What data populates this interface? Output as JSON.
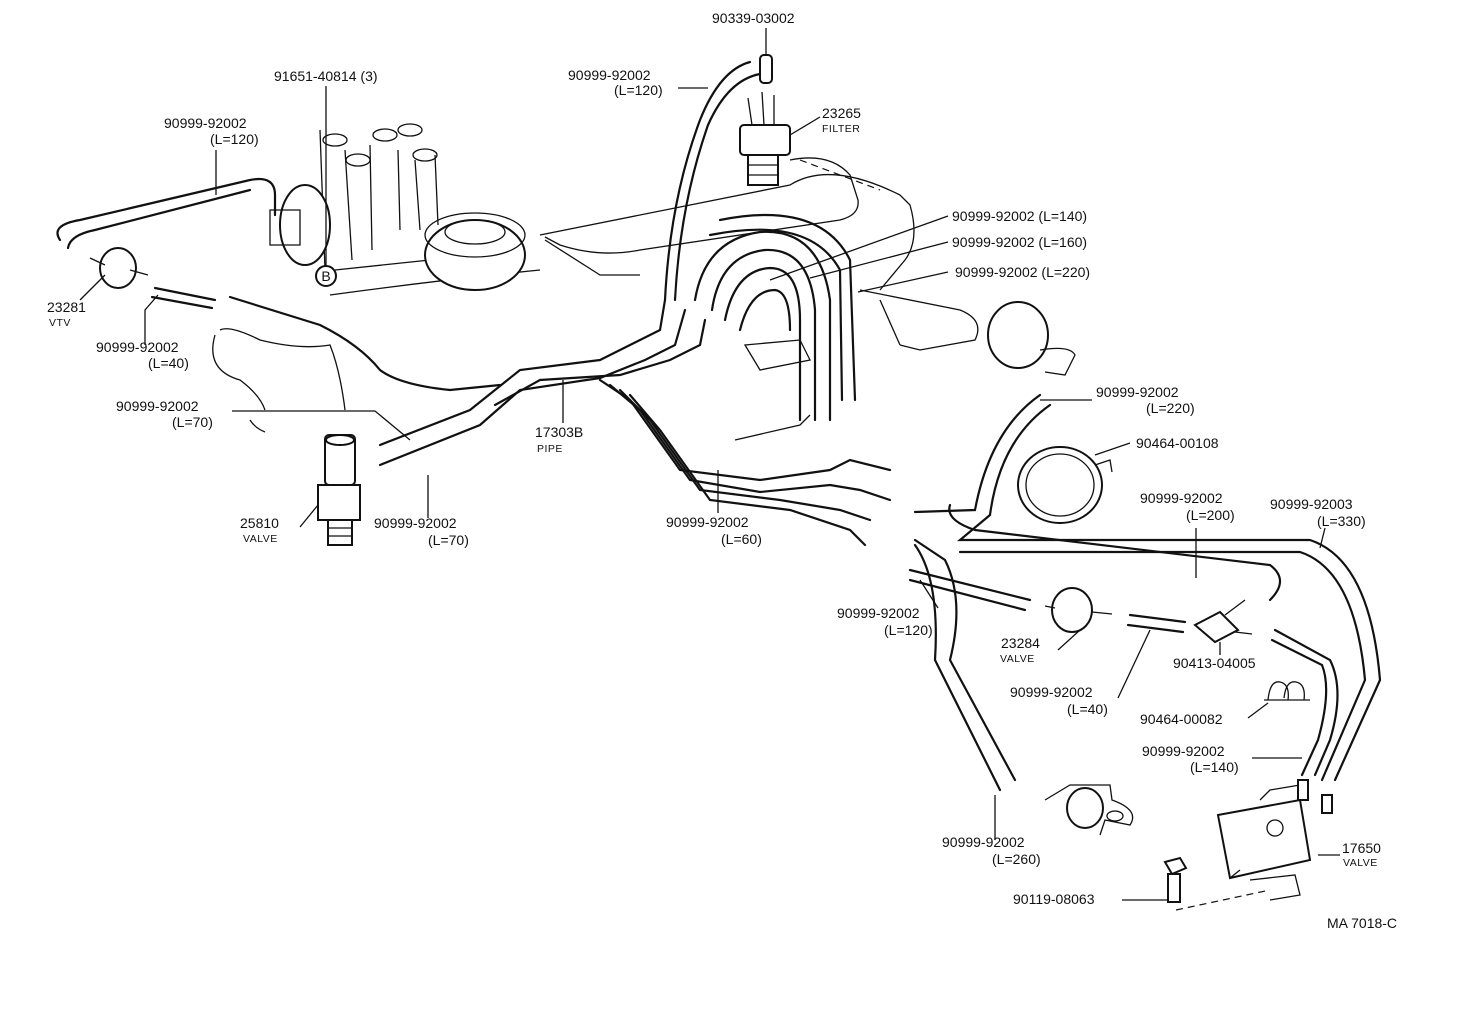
{
  "drawing_code": "MA 7018-C",
  "labels": {
    "p90339": {
      "num": "90339-03002"
    },
    "p90999_top": {
      "num": "90999-92002",
      "len": "(L=120)"
    },
    "p23265": {
      "num": "23265",
      "sub": "FILTER"
    },
    "p91651": {
      "num": "91651-40814 (3)"
    },
    "p90999_left": {
      "num": "90999-92002",
      "len": "(L=120)"
    },
    "p23281": {
      "num": "23281",
      "sub": "VTV"
    },
    "p90999_l40a": {
      "num": "90999-92002",
      "len": "(L=40)"
    },
    "p90999_l70a": {
      "num": "90999-92002",
      "len": "(L=70)"
    },
    "p25810": {
      "num": "25810",
      "sub": "VALVE"
    },
    "p90999_l70b": {
      "num": "90999-92002",
      "len": "(L=70)"
    },
    "p17303": {
      "num": "17303B",
      "sub": "PIPE"
    },
    "p90999_l60": {
      "num": "90999-92002",
      "len": "(L=60)"
    },
    "p90999_l140a": {
      "num": "90999-92002 (L=140)"
    },
    "p90999_l160": {
      "num": "90999-92002 (L=160)"
    },
    "p90999_l220a": {
      "num": "90999-92002 (L=220)"
    },
    "p90999_l220b": {
      "num": "90999-92002",
      "len": "(L=220)"
    },
    "p90464_108": {
      "num": "90464-00108"
    },
    "p90999_l200": {
      "num": "90999-92002",
      "len": "(L=200)"
    },
    "p90999_92003": {
      "num": "90999-92003",
      "len": "(L=330)"
    },
    "p90999_l120b": {
      "num": "90999-92002",
      "len": "(L=120)"
    },
    "p23284": {
      "num": "23284",
      "sub": "VALVE"
    },
    "p90413": {
      "num": "90413-04005"
    },
    "p90999_l40b": {
      "num": "90999-92002",
      "len": "(L=40)"
    },
    "p90464_82": {
      "num": "90464-00082"
    },
    "p90999_l140b": {
      "num": "90999-92002",
      "len": "(L=140)"
    },
    "p90999_l260": {
      "num": "90999-92002",
      "len": "(L=260)"
    },
    "p17650": {
      "num": "17650",
      "sub": "VALVE"
    },
    "p90119": {
      "num": "90119-08063"
    },
    "markerB": {
      "num": "B"
    }
  }
}
